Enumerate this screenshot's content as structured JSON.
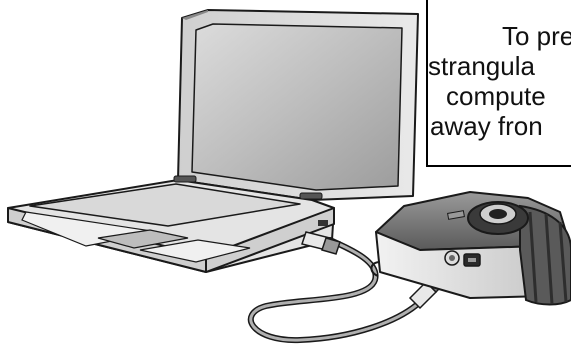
{
  "notice": {
    "lines": [
      "To pre",
      "strangula",
      "compute",
      "away fron"
    ]
  },
  "illustration": {
    "subjects": [
      "laptop-computer",
      "usb-cable",
      "digital-camera"
    ],
    "colors": {
      "outline": "#1a1a1a",
      "laptop_body": "#e6e6e6",
      "screen": "#b5b5b5",
      "camera_body": "#7a7a7a",
      "camera_grip": "#4a4a4a",
      "cable": "#9a9a9a"
    }
  }
}
